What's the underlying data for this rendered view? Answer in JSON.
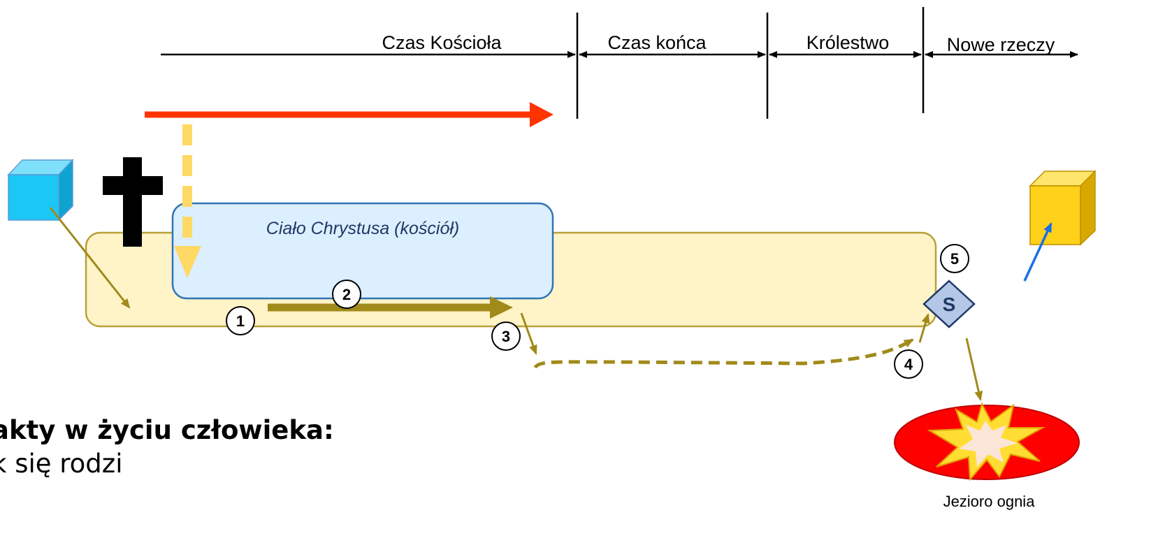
{
  "timeline": {
    "periods": [
      "Czas Kościoła",
      "Czas końca",
      "Królestwo",
      "Nowe rzeczy"
    ]
  },
  "church": {
    "label": "Ciało Chrystusa (kościół)"
  },
  "steps": [
    "1",
    "2",
    "3",
    "4",
    "5"
  ],
  "judgement": {
    "symbol": "S"
  },
  "lake": {
    "label": "Jezioro ognia"
  },
  "facts": {
    "heading": "akty w życiu człowieka:",
    "item_1": "k się rodzi"
  },
  "colors": {
    "red_arrow": "#ff3300",
    "gold": "#a08a1a",
    "church_box": "#dcefff",
    "life_band": "#fff3c8",
    "cube_blue": "#1bc7f5",
    "cube_yellow": "#ffd11a",
    "judgement_diamond": "#b4c7e7",
    "fire": "#ff0000"
  }
}
